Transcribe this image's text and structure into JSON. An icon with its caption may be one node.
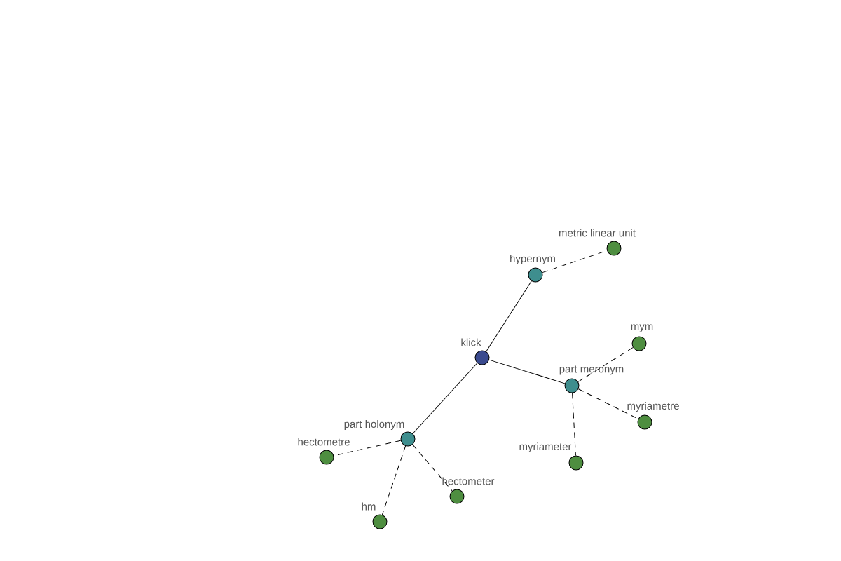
{
  "diagram": {
    "nodes": [
      {
        "text": [
          "klick"
        ]
      },
      {
        "text": [
          "hypernym"
        ]
      },
      {
        "text": [
          "metric linear unit"
        ]
      },
      {
        "text": [
          "part meronym"
        ]
      },
      {
        "text": [
          "mym"
        ]
      },
      {
        "text": [
          "myriametre"
        ]
      },
      {
        "text": [
          "myriameter"
        ]
      },
      {
        "text": [
          "part holonym"
        ]
      },
      {
        "text": [
          "hectometre"
        ]
      },
      {
        "text": [
          "hm"
        ]
      },
      {
        "text": [
          "hectometer"
        ]
      }
    ],
    "edges": [
      {
        "from": 0,
        "to": 1,
        "arrow": "none"
      },
      {
        "from": 1,
        "to": 2,
        "arrow": "none",
        "style": "dashed"
      },
      {
        "from": 0,
        "to": 3,
        "arrow": "none"
      },
      {
        "from": 3,
        "to": 4,
        "arrow": "none",
        "style": "dashed"
      },
      {
        "from": 3,
        "to": 5,
        "arrow": "none",
        "style": "dashed"
      },
      {
        "from": 3,
        "to": 6,
        "arrow": "none",
        "style": "dashed"
      },
      {
        "from": 0,
        "to": 7,
        "arrow": "none"
      },
      {
        "from": 7,
        "to": 8,
        "arrow": "none",
        "style": "dashed"
      },
      {
        "from": 7,
        "to": 9,
        "arrow": "none",
        "style": "dashed"
      },
      {
        "from": 7,
        "to": 10,
        "arrow": "none",
        "style": "dashed"
      }
    ]
  }
}
